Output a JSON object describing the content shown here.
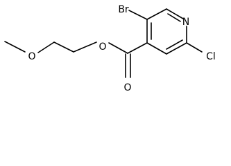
{
  "molecule": {
    "atoms": {
      "bromine": "Br",
      "chlorine": "Cl",
      "ring_nitrogen": "N",
      "ether_oxygen": "O",
      "ester_oxygen": "O",
      "carbonyl_oxygen": "O"
    }
  },
  "colors": {
    "background": "#ffffff",
    "ink": "#000000"
  }
}
